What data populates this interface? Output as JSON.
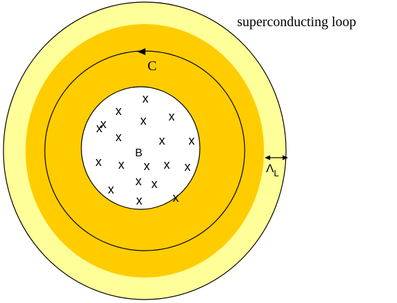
{
  "diagram": {
    "loop_label": "superconducting loop",
    "contour_label": "C",
    "field_label": "B",
    "penetration_symbol": "Λ",
    "penetration_subscript": "L",
    "flux_marker": "x",
    "flux_marker_count": 19
  },
  "colors": {
    "outer_ring": "#ffff99",
    "inner_ring": "#ffcc00",
    "hole": "#ffffff",
    "stroke": "#000000"
  }
}
